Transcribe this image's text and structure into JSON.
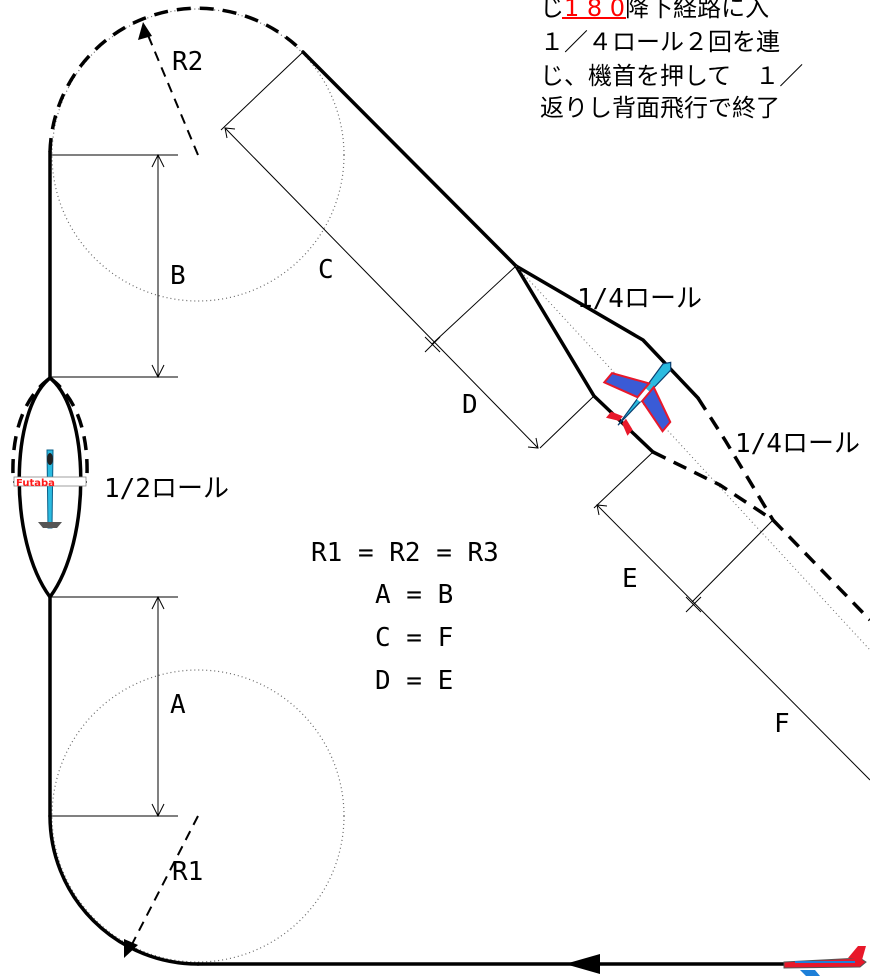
{
  "text_block": {
    "line1_prefix": "じ",
    "line1_highlight": "1 8 0",
    "line1_rest": "降下経路に入",
    "line2": "１／４ロール２回を連",
    "line3": "じ、機首を押して　１／",
    "line4": "返りし背面飛行で終了"
  },
  "labels": {
    "r1": "R1",
    "r2": "R2",
    "a": "A",
    "b": "B",
    "c": "C",
    "d": "D",
    "e": "E",
    "f": "F",
    "half_roll": "1/2ロール",
    "quarter_roll_1": "1/4ロール",
    "quarter_roll_2": "1/4ロール"
  },
  "equations": {
    "eq1": "R1 = R2 = R3",
    "eq2": "A = B",
    "eq3": "C = F",
    "eq4": "D = E"
  },
  "logo_text": "Futaba",
  "colors": {
    "highlight_text": "#ff0000",
    "plane_body": "#1e7fd8",
    "plane_accent": "#e8182a"
  }
}
